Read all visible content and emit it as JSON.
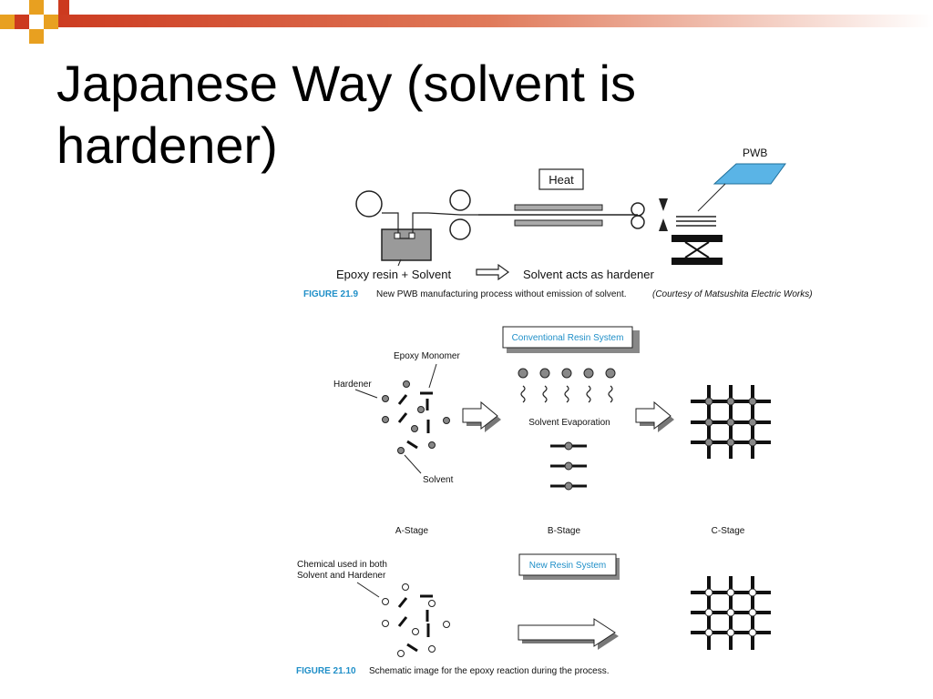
{
  "slide": {
    "title": "Japanese Way (solvent is hardener)",
    "accent_colors": {
      "orange": "#e8a020",
      "red": "#cc3a1f",
      "caption_blue": "#1f8fc8",
      "tank": "#888888",
      "pwb": "#5ab4e6"
    }
  },
  "figure_21_9": {
    "heat_label": "Heat",
    "pwb_label": "PWB",
    "left_label": "Epoxy resin + Solvent",
    "right_label": "Solvent acts as hardener",
    "figure_number": "FIGURE 21.9",
    "caption": "New PWB manufacturing process without emission of solvent.",
    "credit": "(Courtesy of Matsushita Electric Works)"
  },
  "figure_21_10": {
    "conventional_box": "Conventional Resin System",
    "epoxy_monomer": "Epoxy  Monomer",
    "hardener": "Hardener",
    "solvent_evaporation": "Solvent Evaporation",
    "solvent": "Solvent",
    "stage_a": "A-Stage",
    "stage_b": "B-Stage",
    "stage_c": "C-Stage",
    "chemical_line1": "Chemical used in both",
    "chemical_line2": "Solvent and Hardener",
    "new_box": "New Resin System",
    "figure_number": "FIGURE 21.10",
    "caption": "Schematic image for the epoxy reaction during the process."
  }
}
